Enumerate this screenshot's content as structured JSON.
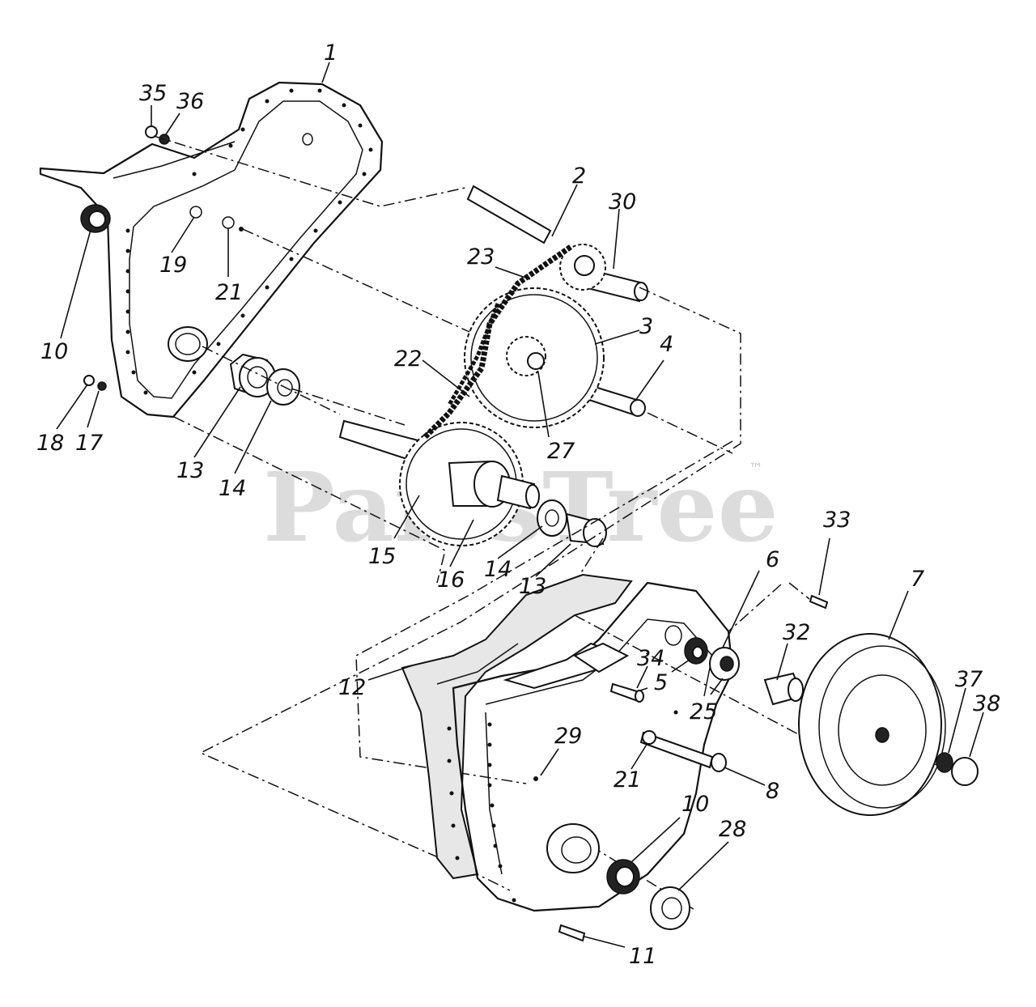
{
  "watermark": {
    "text": "PartsTree",
    "trademark": "™"
  },
  "callouts": [
    {
      "id": "c1",
      "text": "1"
    },
    {
      "id": "c35",
      "text": "35"
    },
    {
      "id": "c36",
      "text": "36"
    },
    {
      "id": "c19",
      "text": "19"
    },
    {
      "id": "c21a",
      "text": "21"
    },
    {
      "id": "c10a",
      "text": "10"
    },
    {
      "id": "c18",
      "text": "18"
    },
    {
      "id": "c17",
      "text": "17"
    },
    {
      "id": "c13a",
      "text": "13"
    },
    {
      "id": "c14a",
      "text": "14"
    },
    {
      "id": "c2",
      "text": "2"
    },
    {
      "id": "c30",
      "text": "30"
    },
    {
      "id": "c23",
      "text": "23"
    },
    {
      "id": "c3",
      "text": "3"
    },
    {
      "id": "c4",
      "text": "4"
    },
    {
      "id": "c22",
      "text": "22"
    },
    {
      "id": "c27",
      "text": "27"
    },
    {
      "id": "c15",
      "text": "15"
    },
    {
      "id": "c16",
      "text": "16"
    },
    {
      "id": "c14b",
      "text": "14"
    },
    {
      "id": "c13b",
      "text": "13"
    },
    {
      "id": "c33",
      "text": "33"
    },
    {
      "id": "c6",
      "text": "6"
    },
    {
      "id": "c7",
      "text": "7"
    },
    {
      "id": "c32",
      "text": "32"
    },
    {
      "id": "c34",
      "text": "34"
    },
    {
      "id": "c12",
      "text": "12"
    },
    {
      "id": "c5",
      "text": "5"
    },
    {
      "id": "c25",
      "text": "25"
    },
    {
      "id": "c37",
      "text": "37"
    },
    {
      "id": "c38",
      "text": "38"
    },
    {
      "id": "c29",
      "text": "29"
    },
    {
      "id": "c21b",
      "text": "21"
    },
    {
      "id": "c8",
      "text": "8"
    },
    {
      "id": "c10b",
      "text": "10"
    },
    {
      "id": "c28",
      "text": "28"
    },
    {
      "id": "c11",
      "text": "11"
    }
  ]
}
